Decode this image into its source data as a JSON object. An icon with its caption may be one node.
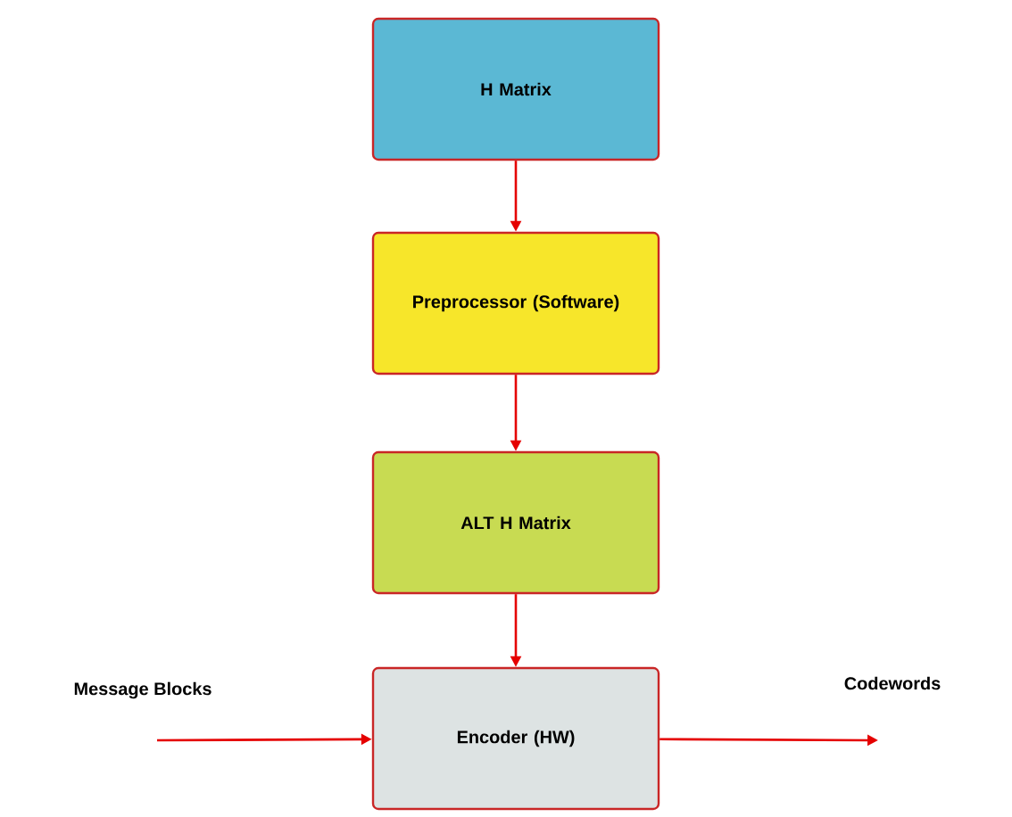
{
  "diagram": {
    "nodes": [
      {
        "text": [
          "H Matrix"
        ]
      },
      {
        "text": [
          "Preprocessor (Software)"
        ]
      },
      {
        "text": [
          "ALT H Matrix"
        ]
      },
      {
        "text": [
          "Encoder (HW)"
        ]
      }
    ],
    "edges": [
      {
        "from": 0,
        "to": 1,
        "arrow": "to"
      },
      {
        "from": 1,
        "to": 2,
        "arrow": "to"
      },
      {
        "from": 2,
        "to": 3,
        "arrow": "to"
      },
      {
        "from": null,
        "to": 3,
        "arrow": "to",
        "label": "Message Blocks"
      },
      {
        "from": 3,
        "to": null,
        "arrow": "to",
        "label": "Codewords"
      }
    ]
  }
}
